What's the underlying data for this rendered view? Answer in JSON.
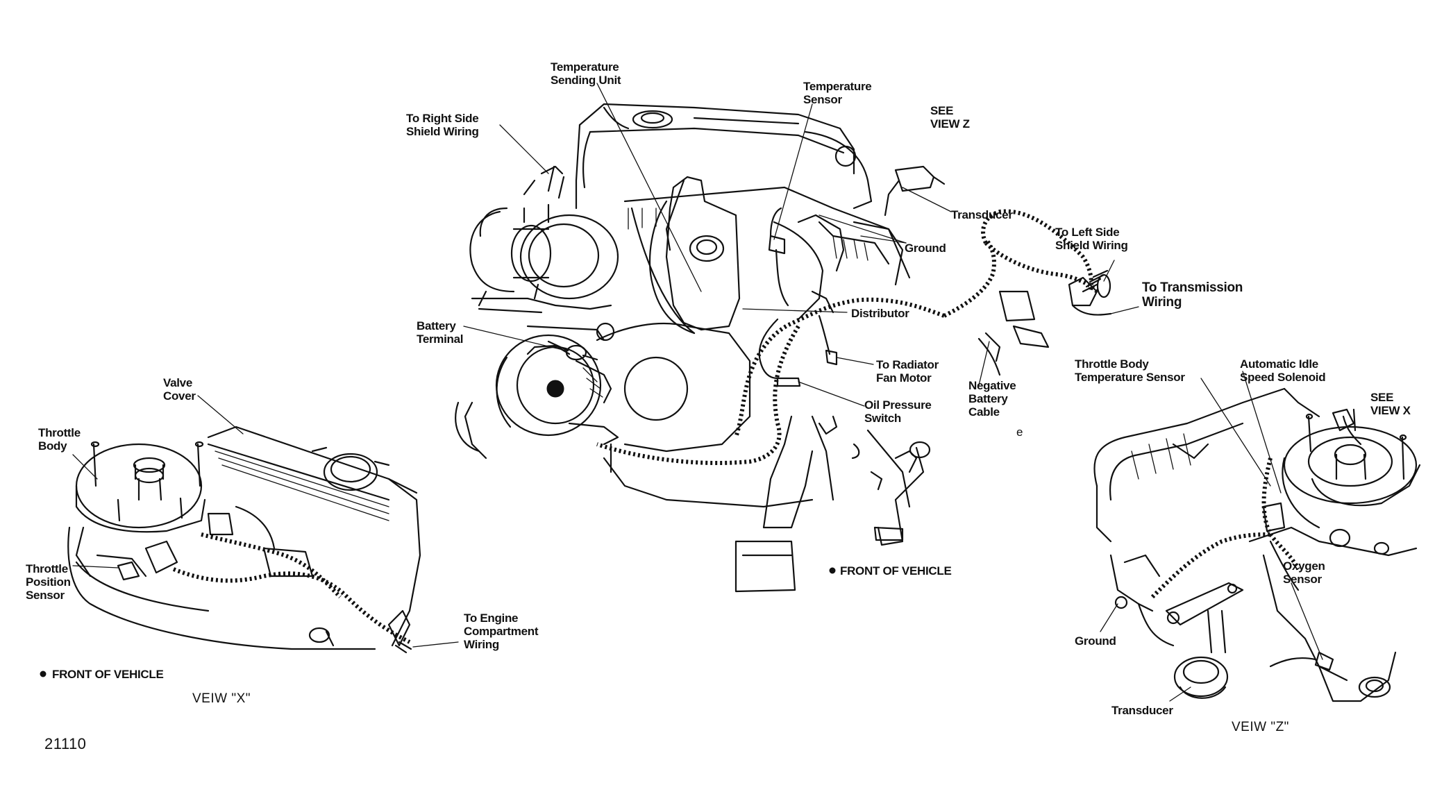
{
  "labels": {
    "temp_sending_unit": "Temperature\nSending Unit",
    "temp_sensor": "Temperature\nSensor",
    "see_view_z": "SEE\nVIEW Z",
    "right_shield": "To Right Side\nShield Wiring",
    "transducer_main": "Transducer",
    "left_shield": "To Left Side\nShield Wiring",
    "ground_main": "Ground",
    "transmission": "To Transmission\nWiring",
    "distributor": "Distributor",
    "battery_terminal": "Battery\nTerminal",
    "radiator_fan": "To Radiator\nFan Motor",
    "neg_battery": "Negative\nBattery\nCable",
    "oil_pressure": "Oil Pressure\nSwitch",
    "stray_e": "e",
    "front_main": "FRONT OF VEHICLE",
    "valve_cover": "Valve\nCover",
    "throttle_body_x": "Throttle\nBody",
    "tps": "Throttle\nPosition\nSensor",
    "engine_comp": "To Engine\nCompartment\nWiring",
    "front_x": "FRONT OF VEHICLE",
    "caption_x": "VEIW \"X\"",
    "figure_number": "21110",
    "tb_temp_sensor": "Throttle Body\nTemperature Sensor",
    "ais_solenoid": "Automatic Idle\nSpeed Solenoid",
    "see_view_x": "SEE\nVIEW X",
    "oxygen_sensor": "Oxygen\nSensor",
    "ground_z": "Ground",
    "transducer_z": "Transducer",
    "caption_z": "VEIW \"Z\""
  },
  "colors": {
    "ink": "#111111",
    "paper": "#ffffff"
  }
}
